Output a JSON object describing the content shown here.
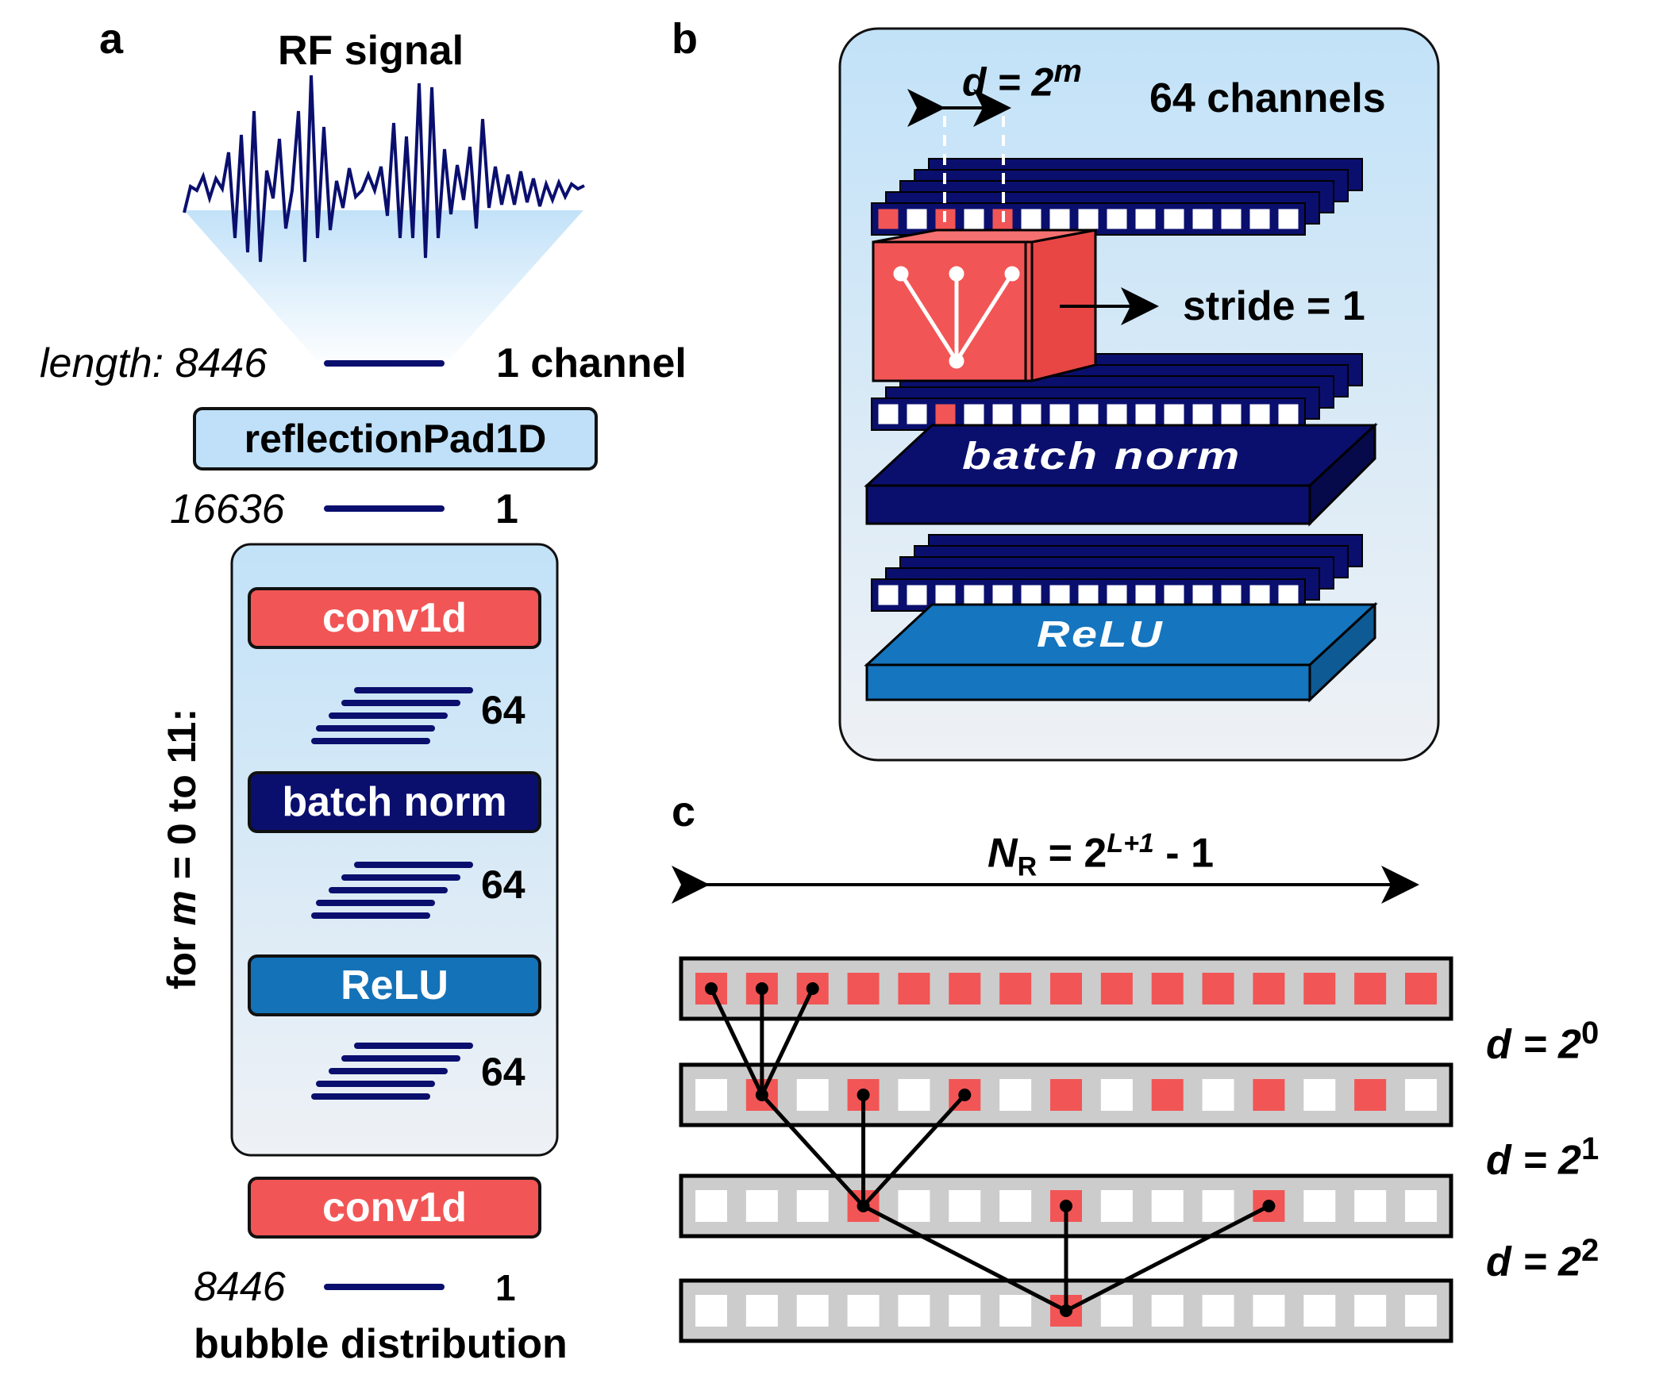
{
  "panel_a": {
    "letter": "a",
    "title": "RF signal",
    "input_length": "length: 8446",
    "input_channels": "1 channel",
    "pad_label": "reflectionPad1D",
    "padded_length": "16636",
    "padded_channels": "1",
    "loop_label_prefix": "for ",
    "loop_label_var": "m",
    "loop_label_suffix": " = 0 to 11:",
    "conv_label": "conv1d",
    "conv_channels": "64",
    "bn_label": "batch norm",
    "bn_channels": "64",
    "relu_label": "ReLU",
    "relu_channels": "64",
    "final_conv_label": "conv1d",
    "output_length": "8446",
    "output_channels": "1",
    "output_label": "bubble distribution"
  },
  "panel_b": {
    "letter": "b",
    "dilation_label": "d = 2",
    "dilation_exp": "m",
    "channels_label": "64 channels",
    "stride_label": "stride = 1",
    "bn_label": "batch norm",
    "relu_label": "ReLU"
  },
  "panel_c": {
    "letter": "c",
    "nr_label": "N",
    "nr_sub": "R",
    "nr_eq": " = 2",
    "nr_exp": "L+1",
    "nr_tail": " - 1",
    "d0": "d = 2",
    "d0_exp": "0",
    "d1": "d = 2",
    "d1_exp": "1",
    "d2": "d = 2",
    "d2_exp": "2"
  },
  "colors": {
    "navy": "#0a0f6e",
    "red": "#f25555",
    "light_blue": "#bfe0f8",
    "relu_blue": "#1472b8",
    "grey": "#cccccc"
  }
}
